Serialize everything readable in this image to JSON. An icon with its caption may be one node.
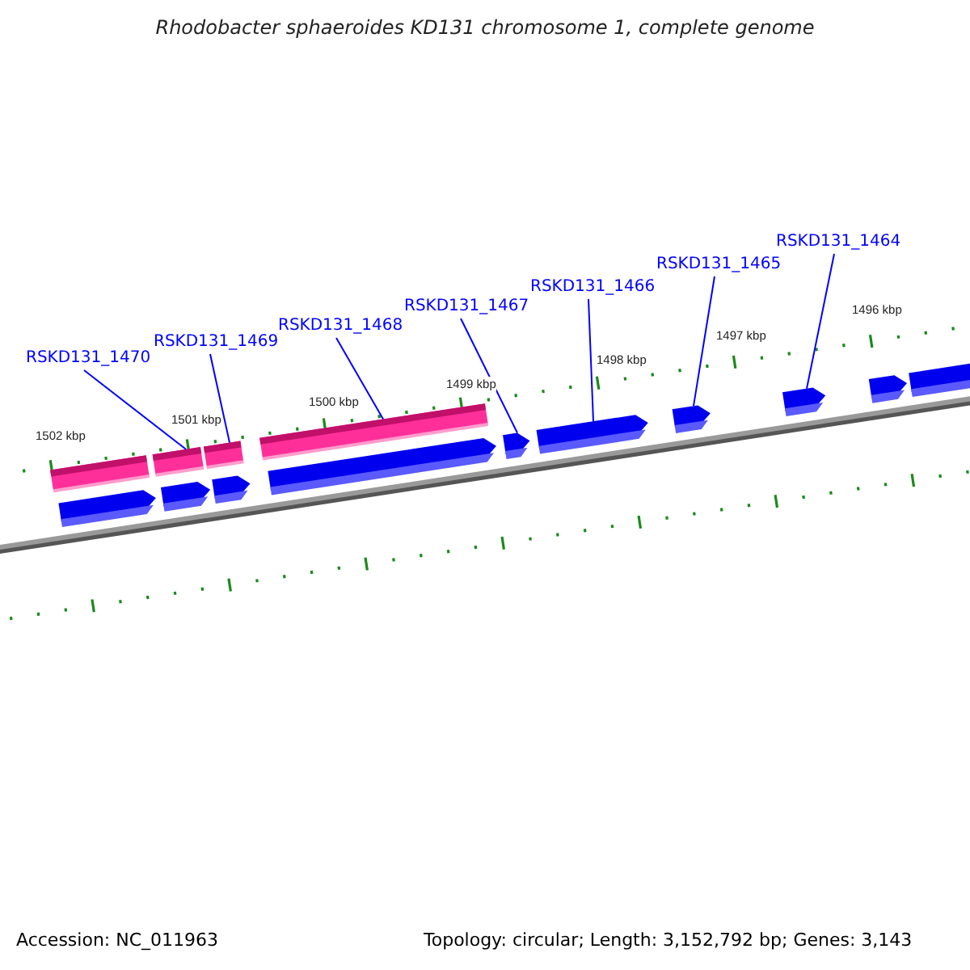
{
  "diagram": {
    "title": "Rhodobacter sphaeroides KD131 chromosome 1, complete genome",
    "nodes": [
      {
        "text": [
          "RSKD131_1470"
        ]
      },
      {
        "text": [
          "RSKD131_1469"
        ]
      },
      {
        "text": [
          "RSKD131_1468"
        ]
      },
      {
        "text": [
          "RSKD131_1467"
        ]
      },
      {
        "text": [
          "RSKD131_1466"
        ]
      },
      {
        "text": [
          "RSKD131_1465"
        ]
      },
      {
        "text": [
          "RSKD131_1464"
        ]
      },
      {
        "text": [],
        "shape": "bar"
      },
      {
        "text": [],
        "shape": "arrow"
      },
      {
        "text": [],
        "shape": "bar"
      },
      {
        "text": [],
        "shape": "arrow"
      },
      {
        "text": [],
        "shape": "bar"
      },
      {
        "text": [],
        "shape": "arrow"
      },
      {
        "text": [],
        "shape": "bar"
      },
      {
        "text": [],
        "shape": "arrow"
      },
      {
        "text": [],
        "shape": "arrow"
      },
      {
        "text": [],
        "shape": "arrow"
      },
      {
        "text": [],
        "shape": "arrow"
      },
      {
        "text": [],
        "shape": "arrow"
      },
      {
        "text": [],
        "shape": "arrow"
      },
      {
        "text": [],
        "shape": "arrow"
      }
    ],
    "edges": [
      {
        "from": 0,
        "to": 9,
        "arrow": "none"
      },
      {
        "from": 1,
        "to": 11,
        "arrow": "none"
      },
      {
        "from": 2,
        "to": 13,
        "arrow": "none"
      },
      {
        "from": 3,
        "to": 15,
        "arrow": "none"
      },
      {
        "from": 4,
        "to": 16,
        "arrow": "none"
      },
      {
        "from": 5,
        "to": 17,
        "arrow": "none"
      },
      {
        "from": 6,
        "to": 18,
        "arrow": "none"
      }
    ],
    "labels": [
      "1496 kbp",
      "1497 kbp",
      "1498 kbp",
      "1499 kbp",
      "1500 kbp",
      "1501 kbp",
      "1502 kbp",
      "Accession: NC_011963",
      "Topology: circular; Length: 3,152,792 bp; Genes: 3,143"
    ]
  }
}
